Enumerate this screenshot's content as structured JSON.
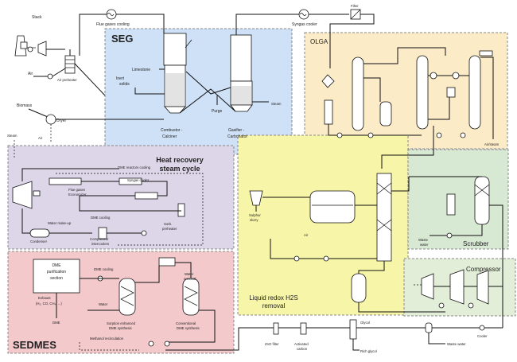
{
  "sections": {
    "seg": "SEG",
    "olga": "OLGA",
    "hrsc_line1": "Heat recovery",
    "hrsc_line2": "steam cycle",
    "h2s_line1": "Liquid redox H2S",
    "h2s_line2": "removal",
    "scrubber": "Scrubber",
    "compressor": "Compressor",
    "sedmes": "SEDMES"
  },
  "labels": {
    "stack": "Stack",
    "air": "Air",
    "air_preheater": "Air preheater",
    "flue_gas_cooling": "Flue gases cooling",
    "syngas_cooler": "Syngas cooler",
    "filter": "Filter",
    "limestone": "Limestone",
    "inert_solids_1": "Inert",
    "inert_solids_2": "solids",
    "purge": "Purge",
    "combustor_1": "Combustor -",
    "combustor_2": "Calciner",
    "gasifier_1": "Gasifier -",
    "gasifier_2": "Carbonator",
    "steam_seg": "Steam",
    "biomass": "Biomass",
    "dryer": "Dryer",
    "steam_left": "Steam",
    "air_small": "Air",
    "air_steam": "Air/steam",
    "condenser": "Condenser",
    "water_makeup": "Water make-up",
    "compressor_intercoolers_1": "Compressor",
    "compressor_intercoolers_2": "intercoolers",
    "flue_gas_eco_1": "Flue gases",
    "flue_gas_eco_2": "Economizer",
    "syngas_cooler_hrsc": "Syngas cooler",
    "dme_reactors_cooling": "DME reactors cooling",
    "sorb_preheater_1": "Sorb.",
    "sorb_preheater_2": "preheater",
    "dme_cooling_hrsc": "DME cooling",
    "sulphur_slurry_1": "Sulphur",
    "sulphur_slurry_2": "slurry",
    "air_h2s": "Air",
    "waste_water_s1": "Waste",
    "waste_water_s2": "water",
    "zno_filter": "ZnO filter",
    "activated_carbon_1": "Activated",
    "activated_carbon_2": "carbon",
    "glycol": "Glycol",
    "rich_glycol": "Rich glycol",
    "waste_water_end": "Waste water",
    "cooler": "Cooler",
    "dme_purification_1": "DME",
    "dme_purification_2": "purification",
    "dme_purification_3": "section",
    "exhaust_1": "Exhaust",
    "exhaust_2": "(H₂, CO, CH₄, ...)",
    "dme_product": "DME",
    "water_removal_1": "Water",
    "water_removal_2": "removal",
    "dme_cooling_sedmes": "DME cooling",
    "water_sedmes": "Water",
    "sorption_enhanced_1": "Sorption enhanced",
    "sorption_enhanced_2": "DME synthesis",
    "conventional_dme_1": "Conventional",
    "conventional_dme_2": "DME synthesis",
    "methanol_recirculation": "Methanol recirculation"
  }
}
